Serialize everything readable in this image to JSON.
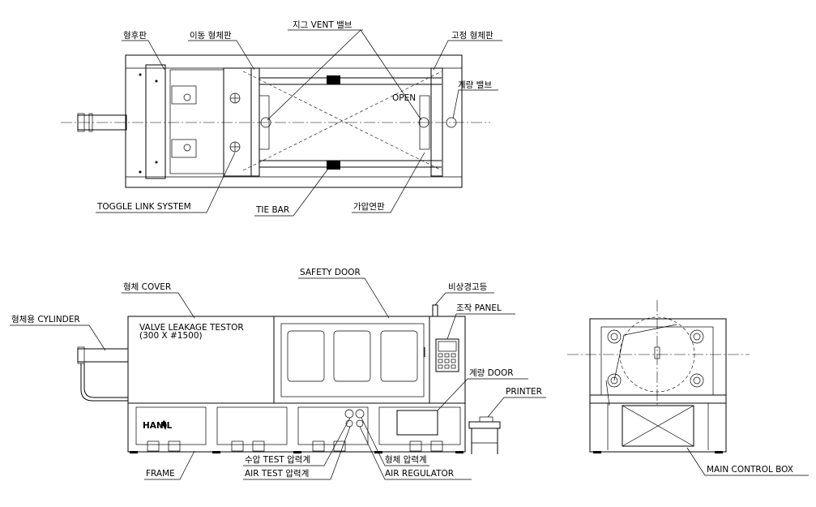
{
  "labels": {
    "rear_plate": "형후판",
    "moving_plate": "이동 형체판",
    "jig_vent_valve": "지그 VENT 밸브",
    "fixed_plate": "고정 형체판",
    "metering_valve": "계량 밸브",
    "open": "OPEN",
    "toggle_link": "TOGGLE LINK SYSTEM",
    "tie_bar": "TIE BAR",
    "pressure_plate": "가압연판",
    "clamp_cover": "형체 COVER",
    "safety_door": "SAFETY DOOR",
    "emergency_lamp": "비상경고등",
    "clamp_cylinder": "형체용 CYLINDER",
    "control_panel": "조작 PANEL",
    "machine_name_1": "VALVE LEAKAGE TESTOR",
    "machine_name_2": "(300 X #1500)",
    "metering_door": "계량 DOOR",
    "printer": "PRINTER",
    "logo": "HANIL",
    "frame": "FRAME",
    "water_gauge": "수압 TEST 압력계",
    "clamp_gauge": "형체 압력계",
    "air_gauge": "AIR TEST 압력계",
    "air_regulator": "AIR REGULATOR",
    "main_control_box": "MAIN CONTROL BOX"
  }
}
